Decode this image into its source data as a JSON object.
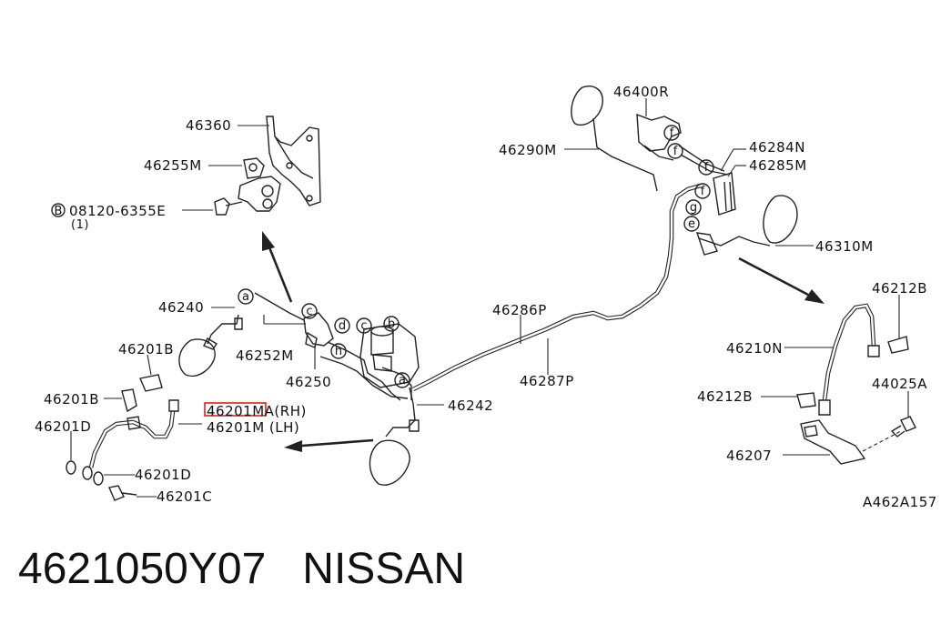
{
  "labels": {
    "l46360": "46360",
    "l46255M": "46255M",
    "bolt_code": "08120-6355E",
    "bolt_qty": "(1)",
    "bolt_prefix": "B",
    "l46240": "46240",
    "l46252M": "46252M",
    "l46250": "46250",
    "l46242": "46242",
    "l46201B_a": "46201B",
    "l46201B_b": "46201B",
    "l46201D_a": "46201D",
    "l46201D_b": "46201D",
    "l46201C": "46201C",
    "l46201MA": "46201MA(RH)",
    "l46201M": "46201M (LH)",
    "l46286P": "46286P",
    "l46287P": "46287P",
    "l46400R": "46400R",
    "l46290M": "46290M",
    "l46284N": "46284N",
    "l46285M": "46285M",
    "l46310M": "46310M",
    "l46212B_a": "46212B",
    "l46212B_b": "46212B",
    "l46210N": "46210N",
    "l44025A": "44025A",
    "l46207": "46207",
    "figure_code": "A462A157"
  },
  "callouts": {
    "a": "a",
    "b": "b",
    "c": "c",
    "d": "d",
    "e": "e",
    "f": "f",
    "g": "g",
    "h": "h"
  },
  "footer": {
    "part_number": "4621050Y07",
    "brand": "NISSAN"
  },
  "highlight_color": "#e02020"
}
